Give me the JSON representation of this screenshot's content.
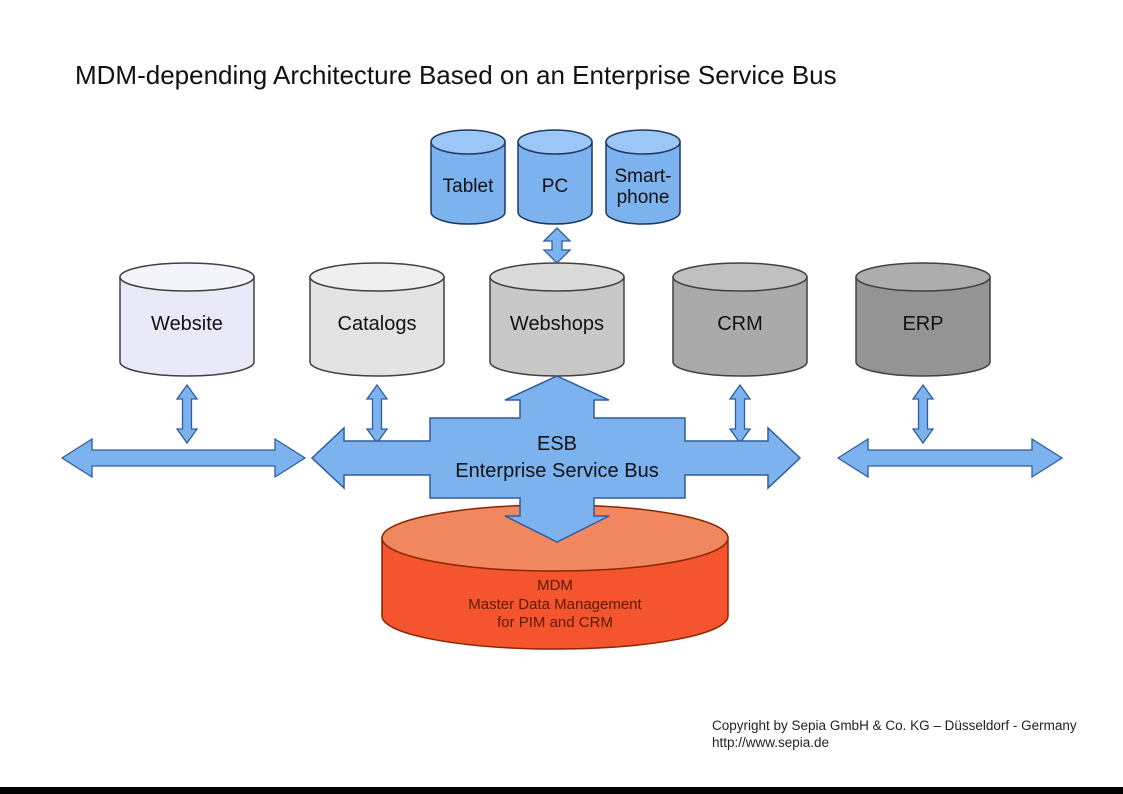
{
  "title": "MDM-depending Architecture Based on an Enterprise Service Bus",
  "devices": {
    "tablet": "Tablet",
    "pc": "PC",
    "smartphone_line1": "Smart-",
    "smartphone_line2": "phone"
  },
  "systems": {
    "website": "Website",
    "catalogs": "Catalogs",
    "webshops": "Webshops",
    "crm": "CRM",
    "erp": "ERP"
  },
  "esb": {
    "abbr": "ESB",
    "name": "Enterprise Service Bus"
  },
  "mdm": {
    "abbr": "MDM",
    "name": "Master Data Management",
    "scope": "for PIM and CRM"
  },
  "footer": {
    "copyright": "Copyright by Sepia GmbH & Co. KG – Düsseldorf - Germany",
    "url": "http://www.sepia.de"
  },
  "colors": {
    "device_fill": "#7cb3ef",
    "device_top": "#9cc6f5",
    "arrow_fill": "#7cb3ef",
    "website_fill": "#e9e9f9",
    "website_top": "#f4f4fc",
    "catalogs_fill": "#e3e3e3",
    "catalogs_top": "#efefef",
    "webshops_fill": "#c8c8c8",
    "webshops_top": "#dadada",
    "crm_fill": "#aaaaaa",
    "crm_top": "#c0c0c0",
    "erp_fill": "#949494",
    "erp_top": "#adadad",
    "mdm_fill": "#f4552e",
    "mdm_top": "#f1875f"
  }
}
